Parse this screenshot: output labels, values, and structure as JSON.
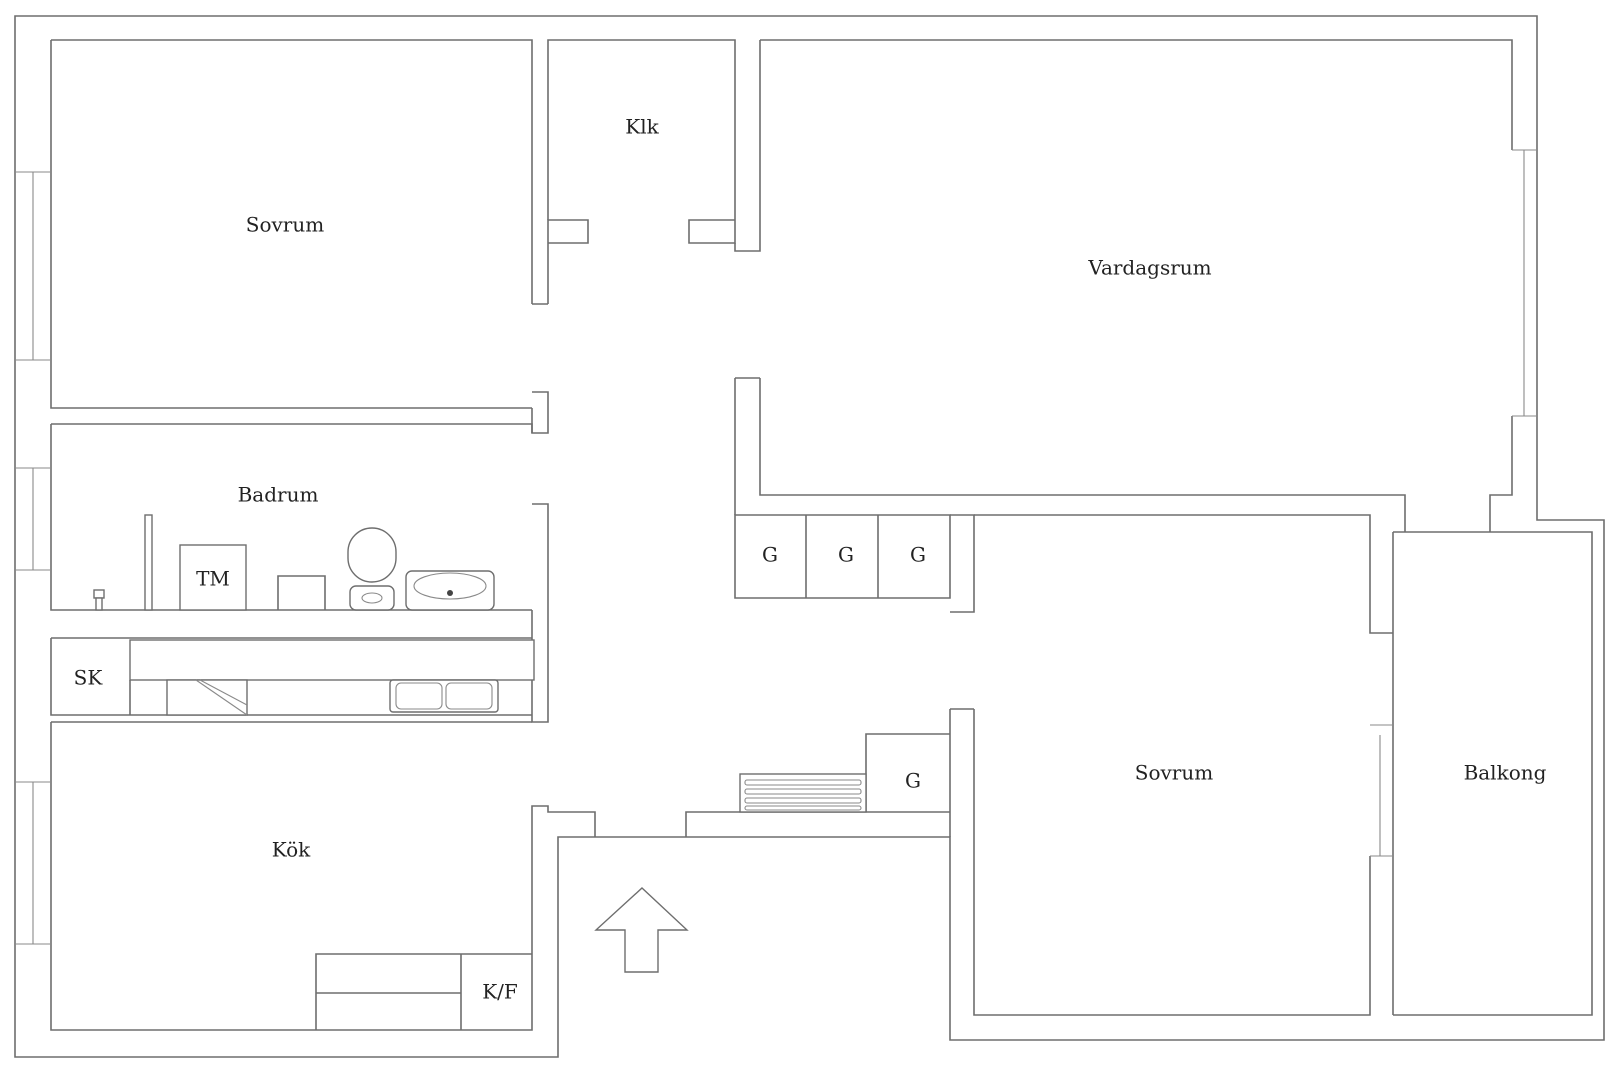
{
  "rooms": {
    "sovrum_1": "Sovrum",
    "klk": "Klk",
    "vardagsrum": "Vardagsrum",
    "badrum": "Badrum",
    "tm": "TM",
    "sk": "SK",
    "kok": "Kök",
    "kf": "K/F",
    "sovrum_2": "Sovrum",
    "balkong": "Balkong"
  },
  "storage": {
    "g1": "G",
    "g2": "G",
    "g3": "G",
    "g4": "G"
  },
  "colors": {
    "wall": "#6e6e6e",
    "background": "#ffffff",
    "text": "#222222"
  }
}
